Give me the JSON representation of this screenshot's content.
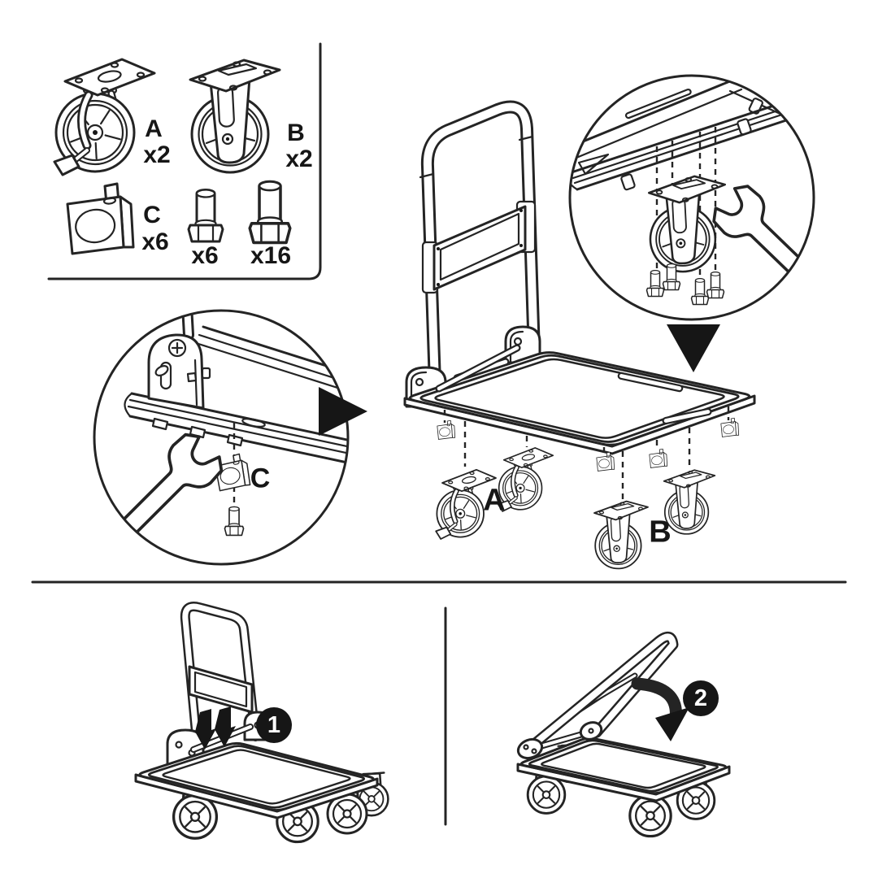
{
  "colors": {
    "background": "#ffffff",
    "line": "#242424",
    "solid_black": "#161616"
  },
  "parts_legend": {
    "caster_swivel": {
      "label": "A",
      "qty": "x2"
    },
    "caster_fixed": {
      "label": "B",
      "qty": "x2"
    },
    "bracket": {
      "label": "C",
      "qty": "x6"
    },
    "bolt_short": {
      "qty": "x6"
    },
    "bolt_long": {
      "qty": "x16"
    }
  },
  "exploded_view": {
    "swivel_label": "A",
    "fixed_label": "B"
  },
  "bracket_detail": {
    "label": "C"
  },
  "steps": {
    "fold_up": {
      "number": "1"
    },
    "fold_down": {
      "number": "2"
    }
  },
  "icons": {
    "wrench": "wrench-icon",
    "pointer_down": "triangle-pointer-down-icon",
    "pointer_right": "triangle-pointer-right-icon",
    "push_arrows": "down-arrow-icon",
    "fold_arrow": "fold-arrow-icon"
  }
}
